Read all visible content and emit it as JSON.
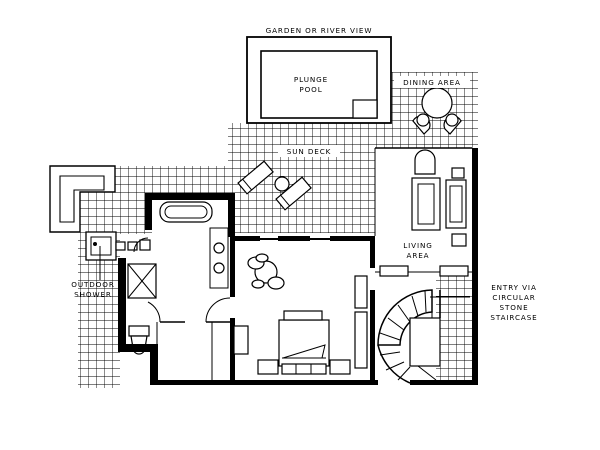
{
  "title": "GARDEN OR RIVER VIEW",
  "rooms": {
    "plunge_pool": [
      "PLUNGE",
      "POOL"
    ],
    "dining_area": "DINING AREA",
    "sun_deck": "SUN DECK",
    "living_area": [
      "LIVING",
      "AREA"
    ],
    "outdoor_shower": [
      "OUTDOOR",
      "SHOWER"
    ],
    "entry": [
      "ENTRY VIA",
      "CIRCULAR",
      "STONE",
      "STAIRCASE"
    ]
  }
}
